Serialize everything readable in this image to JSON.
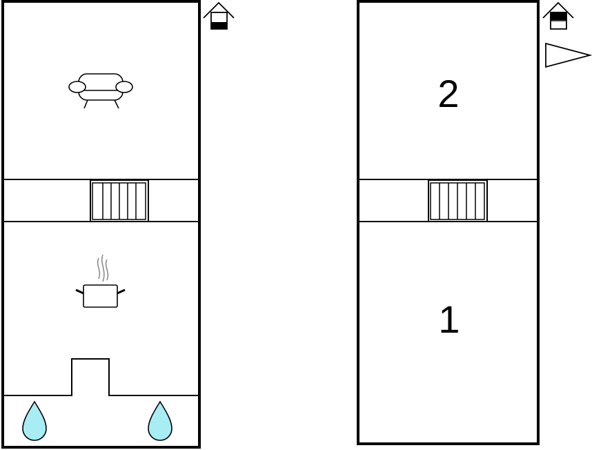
{
  "floor_plan": {
    "floors": [
      {
        "id": "ground-floor",
        "indicator_icon": "house-level-lower-icon",
        "rooms": [
          {
            "id": "living-room",
            "icon": "sofa-icon"
          },
          {
            "id": "stair-hall",
            "icon": "staircase-icon"
          },
          {
            "id": "kitchen",
            "icon": "cooking-pot-icon"
          },
          {
            "id": "bathroom",
            "icons": [
              "water-drop-icon",
              "water-drop-icon"
            ]
          }
        ]
      },
      {
        "id": "upper-floor",
        "indicator_icon": "house-level-upper-icon",
        "orientation_icon": "direction-arrow-icon",
        "rooms": [
          {
            "id": "bedroom-2",
            "label": "2"
          },
          {
            "id": "stair-hall",
            "icon": "staircase-icon"
          },
          {
            "id": "bedroom-1",
            "label": "1"
          }
        ]
      }
    ],
    "colors": {
      "wall": "#000000",
      "water": "#a8ecf4",
      "steam": "#8c8c8c"
    }
  }
}
